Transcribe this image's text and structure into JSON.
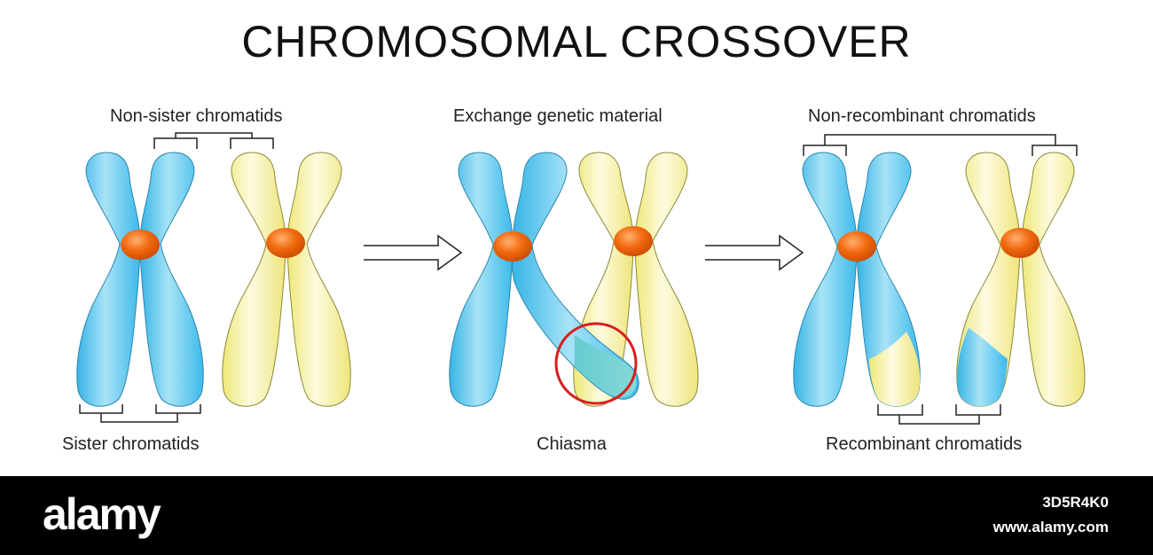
{
  "title": "CHROMOSOMAL CROSSOVER",
  "labels": {
    "non_sister": "Non-sister chromatids",
    "sister": "Sister chromatids",
    "exchange": "Exchange genetic material",
    "chiasma": "Chiasma",
    "non_recombinant": "Non-recombinant chromatids",
    "recombinant": "Recombinant chromatids"
  },
  "colors": {
    "blue_chromatid": "#4fc3ec",
    "yellow_chromatid": "#f3ef9c",
    "centromere": "#f06a10",
    "chiasma_circle": "#d81e1e",
    "outline": "#2c7fa3"
  },
  "footer": {
    "brand": "alamy",
    "image_id": "3D5R4K0",
    "website": "www.alamy.com"
  }
}
